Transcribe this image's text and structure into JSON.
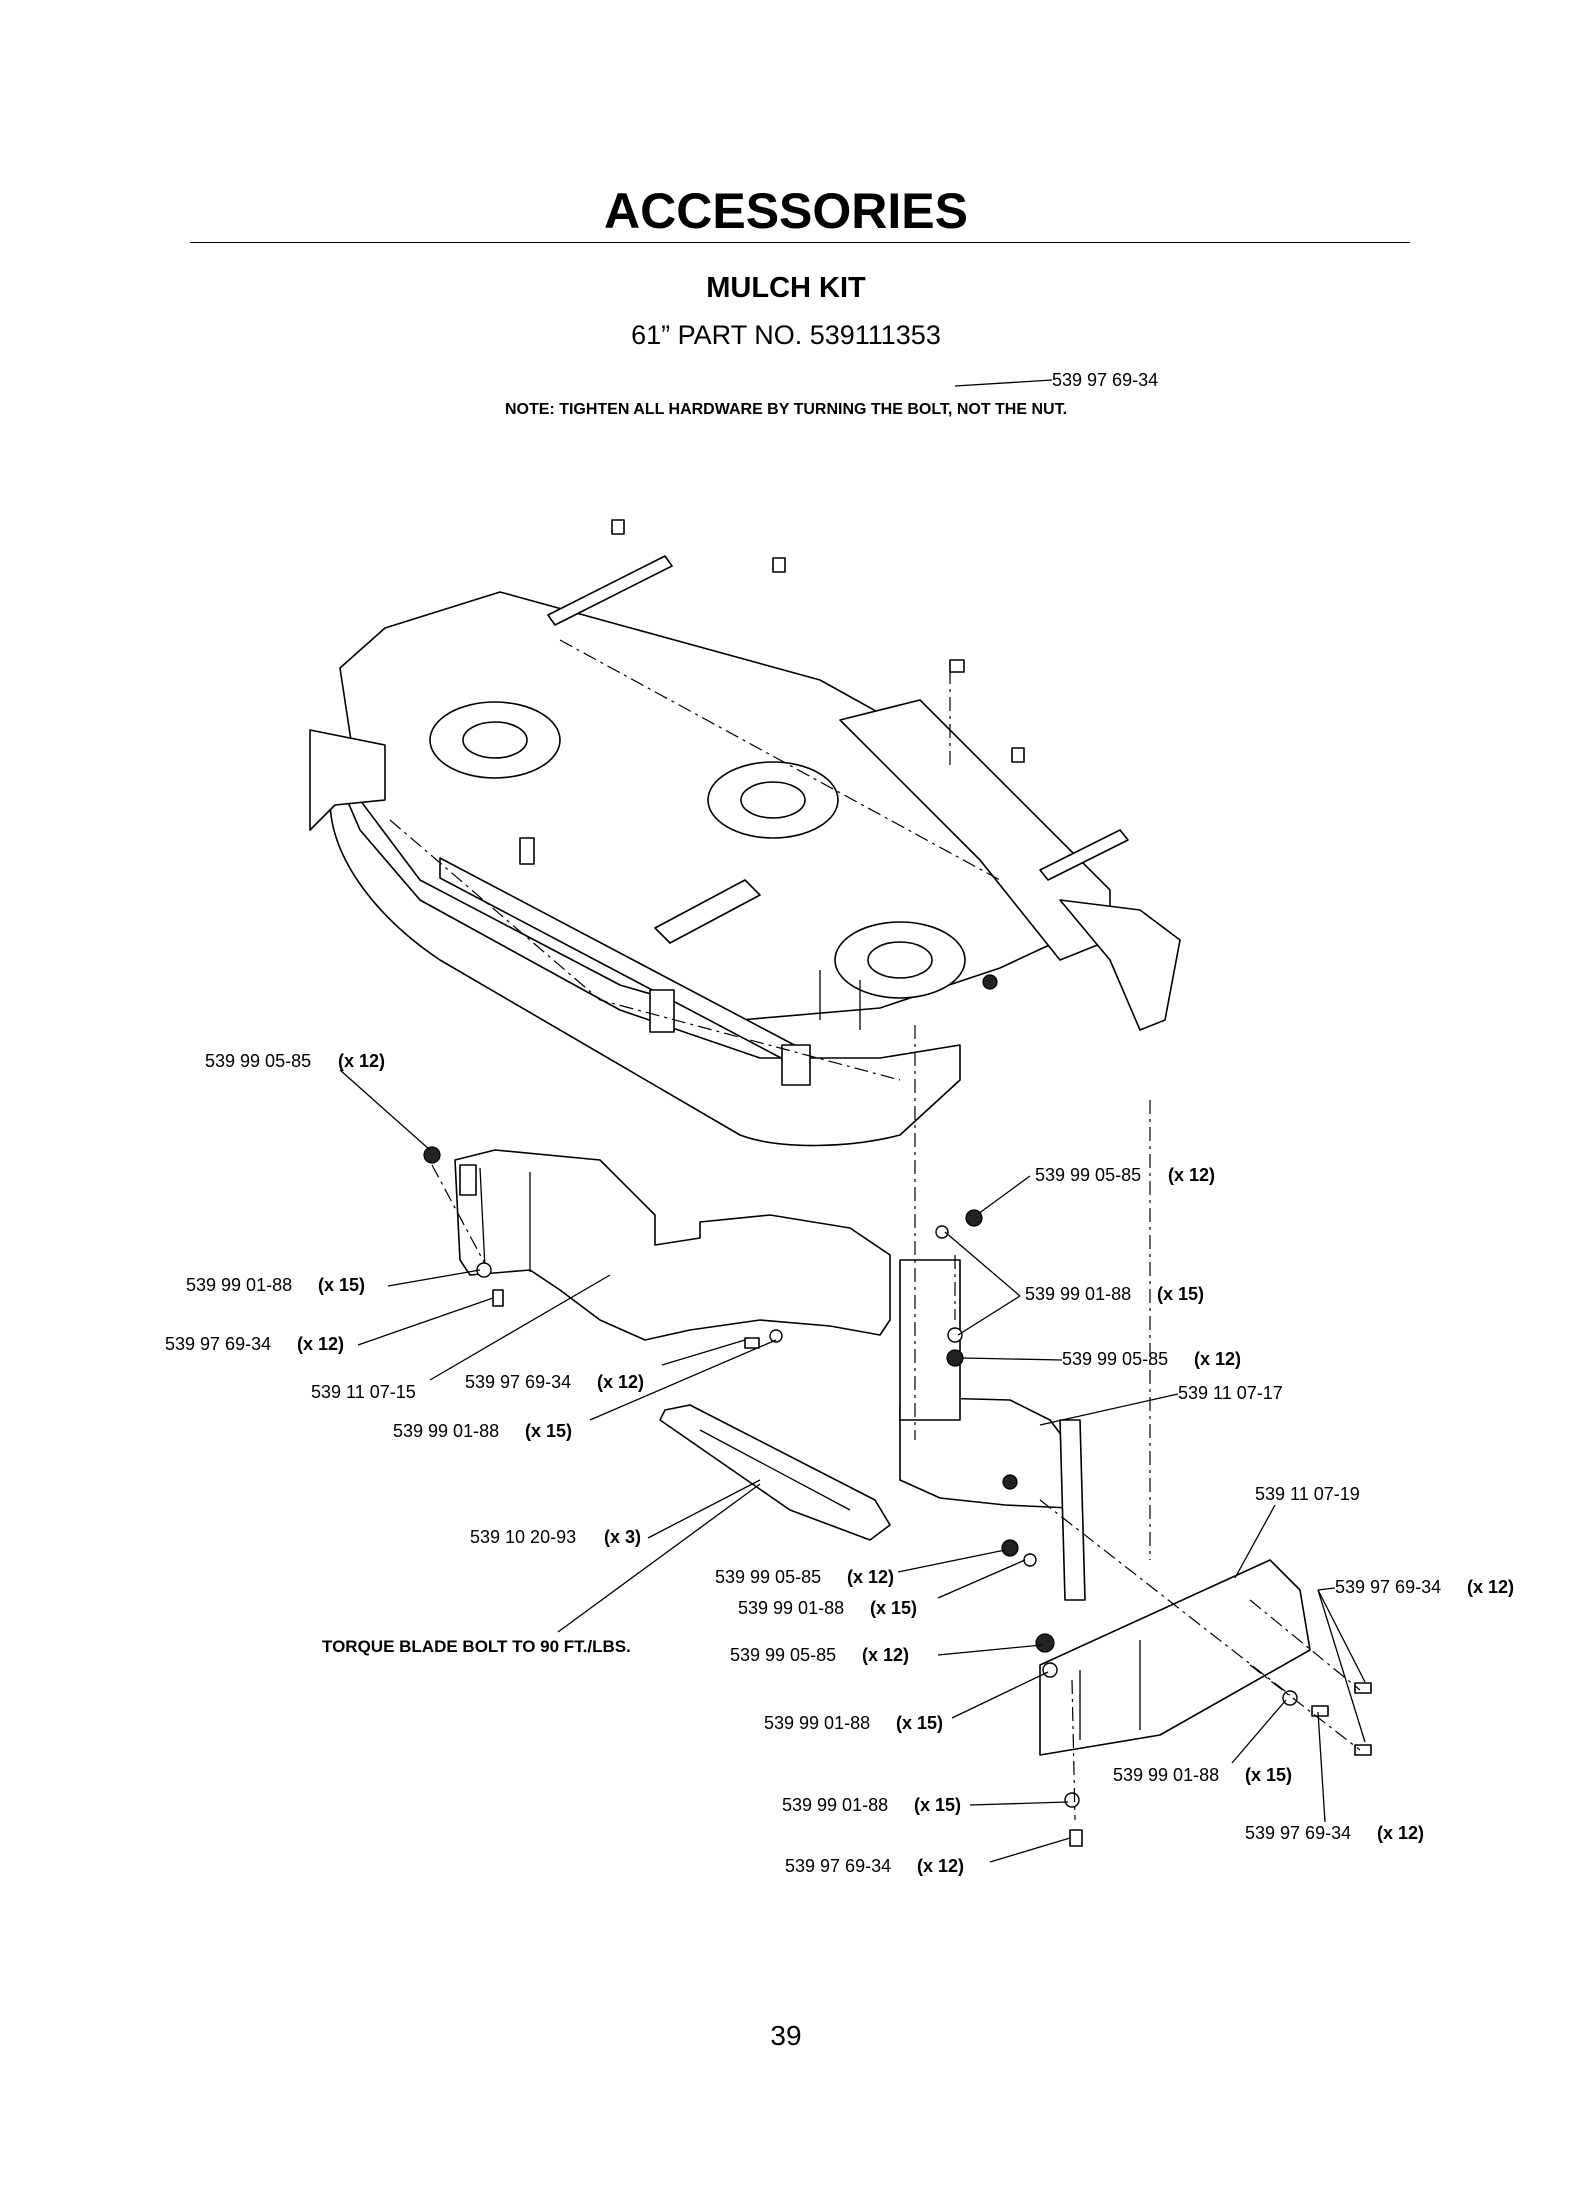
{
  "page": {
    "title": "ACCESSORIES",
    "subtitle": "MULCH KIT",
    "part_no": "61” PART NO. 539111353",
    "note": "NOTE: TIGHTEN ALL HARDWARE BY TURNING THE BOLT, NOT THE NUT.",
    "page_number": "39"
  },
  "callouts": {
    "c1": "539 97 69-34",
    "c2": "539 99 05-85",
    "c2q": "(x 12)",
    "c3": "539 99 05-85",
    "c3q": "(x 12)",
    "c4": "539 99 01-88",
    "c4q": "(x 15)",
    "c5": "539 99 01-88",
    "c5q": "(x 15)",
    "c6": "539 97 69-34",
    "c6q": "(x 12)",
    "c7": "539 99 05-85",
    "c7q": "(x 12)",
    "c8": "539 11 07-15",
    "c9": "539 97 69-34",
    "c9q": "(x 12)",
    "c10": "539 11 07-17",
    "c11": "539 99 01-88",
    "c11q": "(x 15)",
    "c12": "539 11 07-19",
    "c13": "539 10 20-93",
    "c13q": "(x 3)",
    "c14": "539 99 05-85",
    "c14q": "(x 12)",
    "c15": "539 97 69-34",
    "c15q": "(x 12)",
    "c16": "539 99 01-88",
    "c16q": "(x 15)",
    "c17": "TORQUE BLADE BOLT TO 90 FT./LBS.",
    "c18": "539 99 05-85",
    "c18q": "(x 12)",
    "c19": "539 99 01-88",
    "c19q": "(x 15)",
    "c20": "539 99 01-88",
    "c20q": "(x 15)",
    "c21": "539 99 01-88",
    "c21q": "(x 15)",
    "c22": "539 97 69-34",
    "c22q": "(x 12)",
    "c23": "539 97 69-34",
    "c23q": "(x 12)"
  }
}
